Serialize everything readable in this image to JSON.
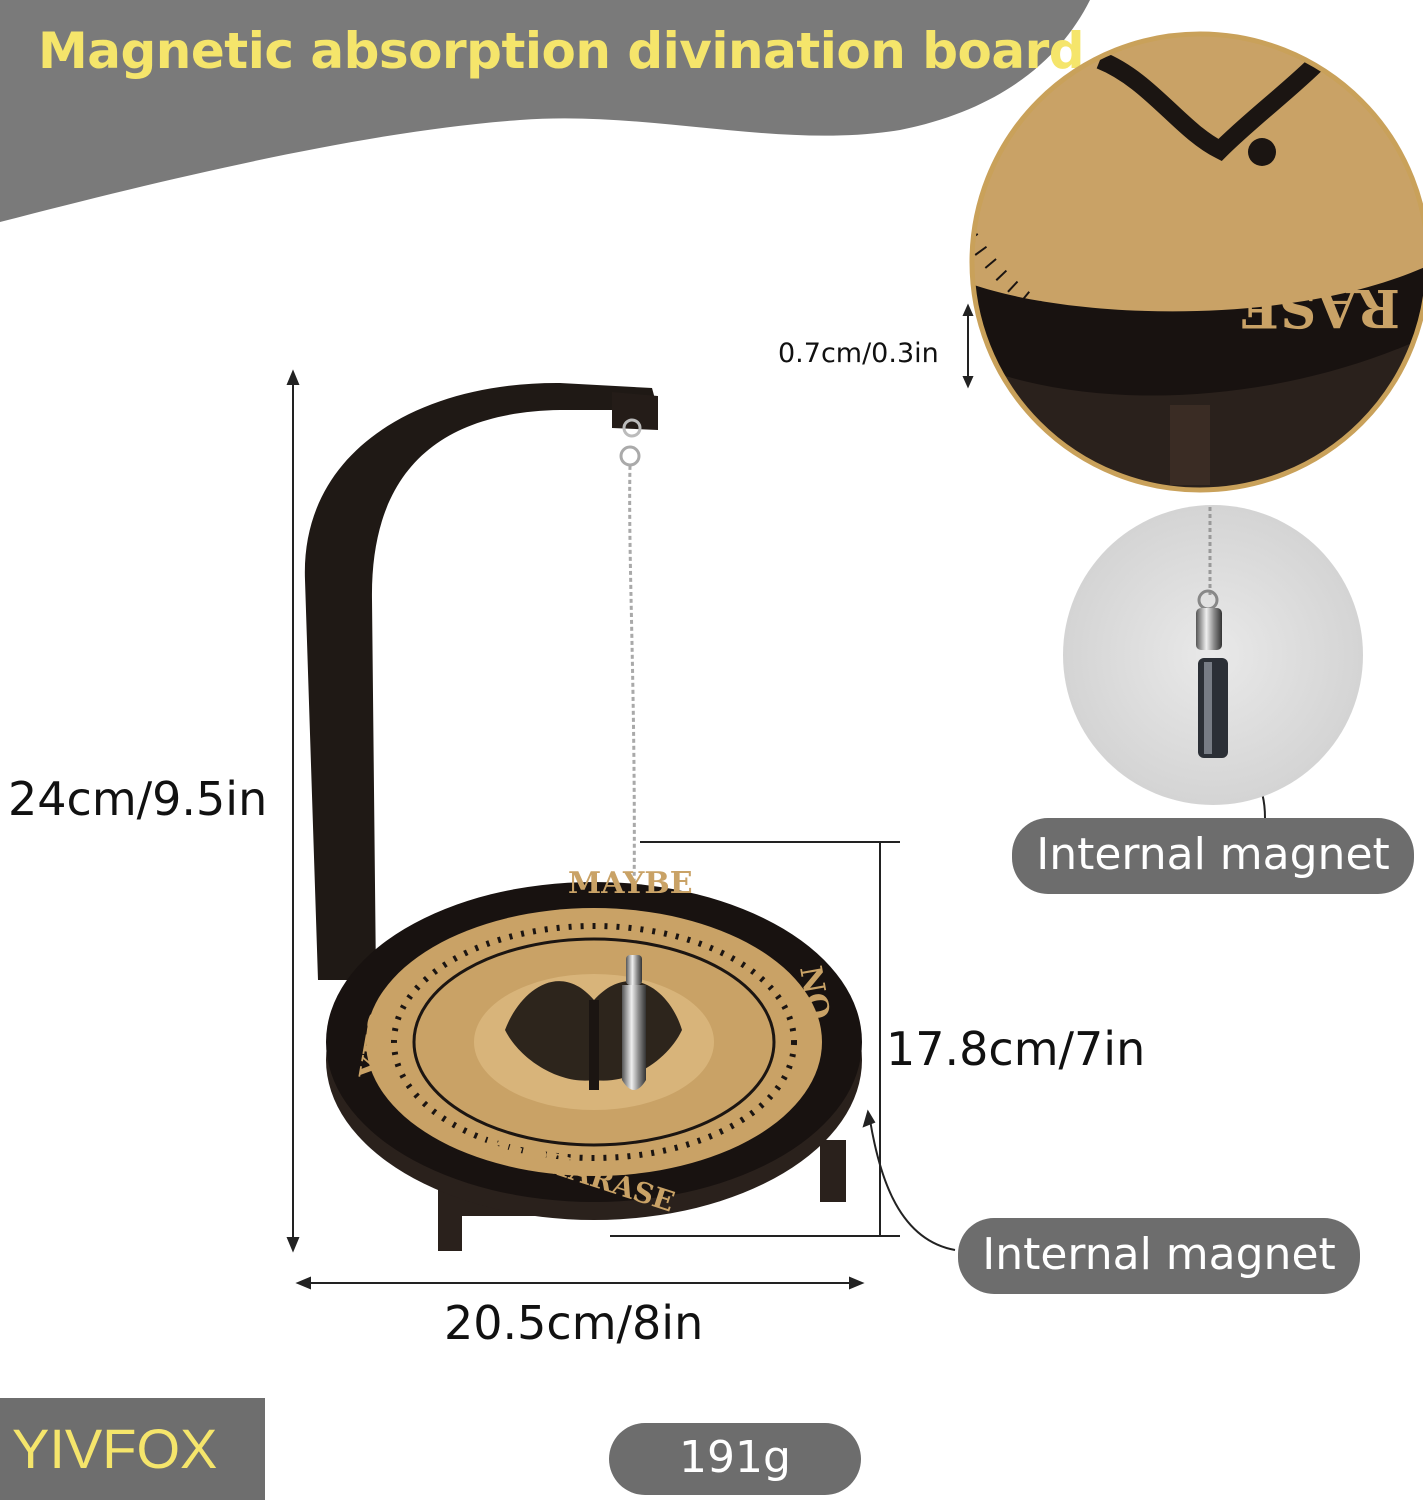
{
  "title": "Magnetic absorption divination board",
  "dimensions": {
    "height": "24cm/9.5in",
    "width": "20.5cm/8in",
    "diameter": "17.8cm/7in",
    "thickness": "0.7cm/0.3in"
  },
  "callouts": {
    "pendulum_magnet": "Internal magnet",
    "board_magnet": "Internal magnet"
  },
  "weight": "191g",
  "brand": "YIVFOX",
  "board_words": [
    "MAYBE",
    "YES",
    "NO",
    "REPHARASE"
  ],
  "zoom_word": "RASE",
  "colors": {
    "banner": "#7a7a7a",
    "title": "#f5e56b",
    "wood_dark": "#1b1512",
    "wood_light": "#c9a266",
    "zoom_border": "#c9a15a",
    "pill": "#6d6d6d"
  }
}
